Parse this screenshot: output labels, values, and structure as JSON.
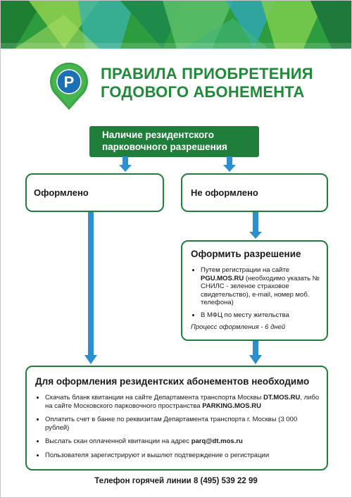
{
  "colors": {
    "brand_green": "#1f7f3a",
    "banner_green": "#2c9c3f",
    "arrow_blue": "#2b8fd0"
  },
  "header": {
    "icon": "parking-pin-icon",
    "icon_letter": "P",
    "title_line1": "ПРАВИЛА ПРИОБРЕТЕНИЯ",
    "title_line2": "ГОДОВОГО АБОНЕМЕНТА"
  },
  "root": {
    "line1": "Наличие резидентского",
    "line2": "парковочного разрешения"
  },
  "branch_yes": {
    "label": "Оформлено"
  },
  "branch_no": {
    "label": "Не оформлено"
  },
  "permit": {
    "title": "Оформить разрешение",
    "item1_text1": "Путем регистрации на сайте",
    "item1_site": "PGU.MOS.RU",
    "item1_text2": "(необходимо указать № СНИЛС - зеленое страховое свидетельство), e-mail, номер моб. телефона)",
    "item2": "В МФЦ по месту жительства",
    "note": "Процесс оформления - 6 дней"
  },
  "requirements": {
    "title": "Для оформления резидентских абонементов необходимо",
    "item1_text1": "Скачать бланк квитанции на сайте Департамента транспорта Москвы",
    "item1_site1": "DT.MOS.RU",
    "item1_text2": ", либо на сайте Московского парковочного пространства",
    "item1_site2": "PARKING.MOS.RU",
    "item2": "Оплатить счет в банке по реквизитам Департамента транспорта г. Москвы (3 000 рублей)",
    "item3_text": "Выслать скан оплаченной квитанции на адрес",
    "item3_email": "parq@dt.mos.ru",
    "item4": "Пользователя зарегистрируют и вышлют подтверждение о регистрации"
  },
  "footer": {
    "hotline": "Телефон горячей линии 8 (495) 539 22 99"
  }
}
